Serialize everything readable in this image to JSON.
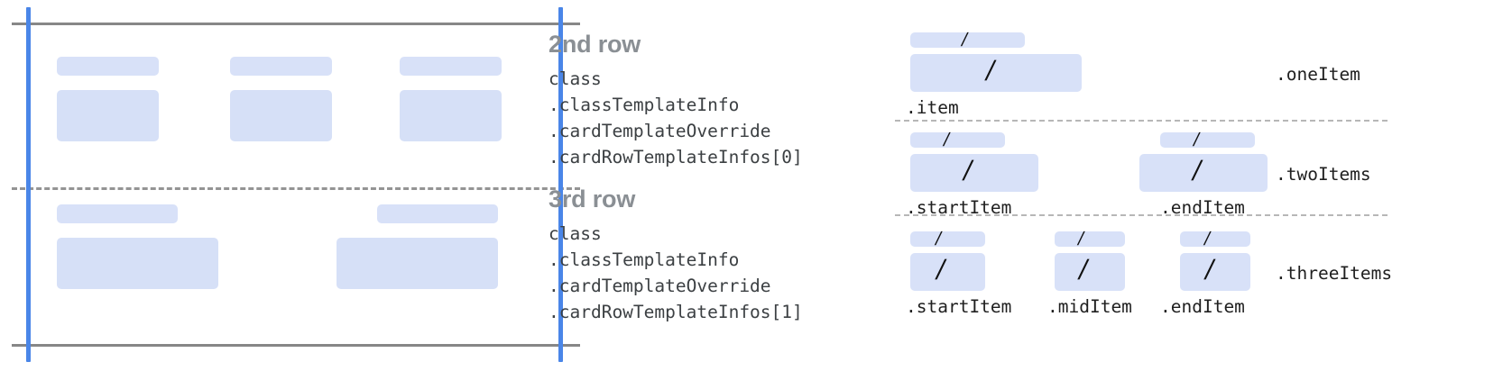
{
  "colors": {
    "block_fill": "#d8e1f8",
    "guide_blue": "#4a86e8",
    "rule_gray": "#878787",
    "dash_gray": "#949494",
    "dot_gray": "#b7b7b7",
    "title_gray": "#8a8f94",
    "code_text": "#3c4043",
    "slash": "#111111"
  },
  "left_panel": {
    "rows": [
      {
        "name": "second-row",
        "items": [
          {
            "label_bar": true,
            "content_block": true
          },
          {
            "label_bar": true,
            "content_block": true
          },
          {
            "label_bar": true,
            "content_block": true
          }
        ]
      },
      {
        "name": "third-row",
        "items": [
          {
            "label_bar": true,
            "content_block": true
          },
          {
            "label_bar": true,
            "content_block": true
          }
        ]
      }
    ]
  },
  "middle_column": {
    "blocks": [
      {
        "title": "2nd row",
        "code_lines": [
          "class",
          ".classTemplateInfo",
          ".cardTemplateOverride",
          ".cardRowTemplateInfos[0]"
        ]
      },
      {
        "title": "3rd row",
        "code_lines": [
          "class",
          ".classTemplateInfo",
          ".cardTemplateOverride",
          ".cardRowTemplateInfos[1]"
        ]
      }
    ]
  },
  "right_panel": {
    "groups": [
      {
        "group_label": ".oneItem",
        "cells": [
          {
            "item_label": ".item",
            "slash": "/"
          }
        ]
      },
      {
        "group_label": ".twoItems",
        "cells": [
          {
            "item_label": ".startItem",
            "slash": "/"
          },
          {
            "item_label": ".endItem",
            "slash": "/"
          }
        ]
      },
      {
        "group_label": ".threeItems",
        "cells": [
          {
            "item_label": ".startItem",
            "slash": "/"
          },
          {
            "item_label": ".midItem",
            "slash": "/"
          },
          {
            "item_label": ".endItem",
            "slash": "/"
          }
        ]
      }
    ]
  }
}
